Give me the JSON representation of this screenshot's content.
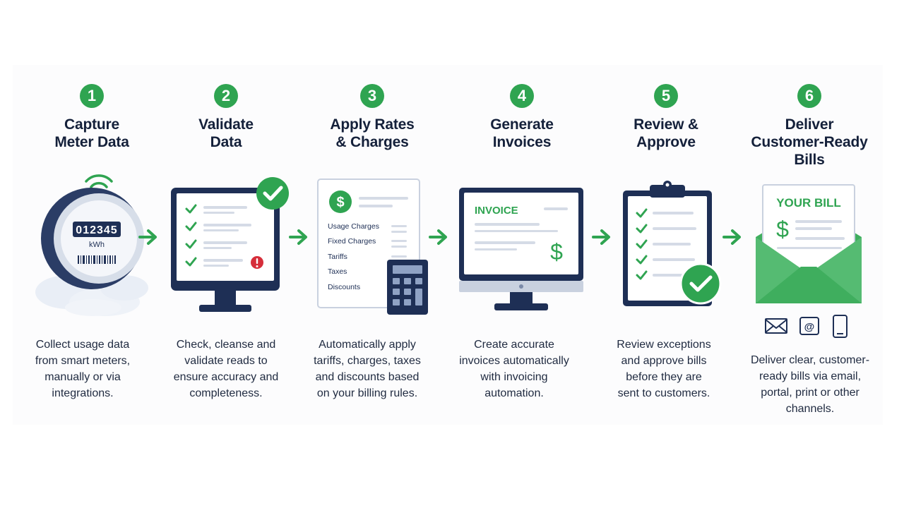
{
  "colors": {
    "accent": "#2fa451",
    "navy": "#1e2f55",
    "screen": "#ffffff",
    "alert": "#d62e3a"
  },
  "steps": [
    {
      "number": "1",
      "title_line1": "Capture",
      "title_line2": "Meter Data",
      "title_line3": "",
      "desc": [
        "Collect usage data",
        "from smart meters,",
        "manually or via",
        "integrations."
      ],
      "meter_reading": "012345",
      "meter_unit": "kWh"
    },
    {
      "number": "2",
      "title_line1": "Validate",
      "title_line2": "Data",
      "title_line3": "",
      "desc": [
        "Check, cleanse and",
        "validate reads to",
        "ensure accuracy and",
        "completeness."
      ]
    },
    {
      "number": "3",
      "title_line1": "Apply Rates",
      "title_line2": "& Charges",
      "title_line3": "",
      "desc": [
        "Automatically apply",
        "tariffs, charges, taxes",
        "and discounts based",
        "on your billing rules."
      ],
      "doc_items": [
        "Usage Charges",
        "Fixed Charges",
        "Tariffs",
        "Taxes",
        "Discounts"
      ]
    },
    {
      "number": "4",
      "title_line1": "Generate",
      "title_line2": "Invoices",
      "title_line3": "",
      "desc": [
        "Create accurate",
        "invoices automatically",
        "with invoicing",
        "automation."
      ],
      "screen_label": "INVOICE"
    },
    {
      "number": "5",
      "title_line1": "Review &",
      "title_line2": "Approve",
      "title_line3": "",
      "desc": [
        "Review exceptions",
        "and approve bills",
        "before they are",
        "sent to customers."
      ]
    },
    {
      "number": "6",
      "title_line1": "Deliver",
      "title_line2": "Customer-Ready",
      "title_line3": "Bills",
      "desc": [
        "Deliver clear, customer-",
        "ready bills via email,",
        "portal, print or other",
        "channels."
      ],
      "bill_label": "YOUR BILL",
      "channel_icons": [
        "envelope-icon",
        "at-sign-icon",
        "mobile-phone-icon"
      ]
    }
  ]
}
